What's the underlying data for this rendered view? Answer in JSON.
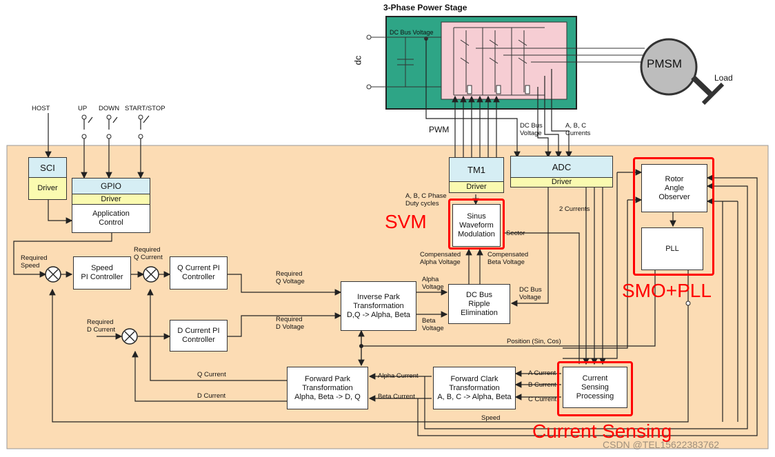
{
  "title": "3-Phase Power Stage",
  "power_stage": {
    "dc_label": "dc",
    "dc_bus_voltage": "DC Bus Voltage",
    "motor": "PMSM",
    "load": "Load"
  },
  "inputs": {
    "host": "HOST",
    "up": "UP",
    "down": "DOWN",
    "start_stop": "START/STOP"
  },
  "blocks": {
    "sci": "SCI",
    "sci_driver": "Driver",
    "gpio": "GPIO",
    "gpio_driver": "Driver",
    "app_control": "Application\nControl",
    "tm1": "TM1",
    "tm1_driver": "Driver",
    "adc": "ADC",
    "adc_driver": "Driver",
    "rotor_observer": "Rotor\nAngle\nObserver",
    "pll": "PLL",
    "svm": "Sinus\nWaveform\nModulation",
    "speed_pi": "Speed\nPI Controller",
    "q_pi": "Q Current PI\nController",
    "d_pi": "D Current PI\nController",
    "inv_park": "Inverse Park\nTransformation\nD,Q -> Alpha, Beta",
    "dc_ripple": "DC Bus\nRipple\nElimination",
    "fwd_park": "Forward Park\nTransformation\nAlpha, Beta -> D, Q",
    "fwd_clark": "Forward Clark\nTransformation\nA, B, C -> Alpha, Beta",
    "current_sensing": "Current\nSensing\nProcessing"
  },
  "signals": {
    "pwm": "PWM",
    "dc_bus_voltage": "DC Bus\nVoltage",
    "abc_currents": "A, B, C\nCurrents",
    "abc_duty": "A, B, C Phase\nDuty cycles",
    "two_currents": "2 Currents",
    "sector": "Sector",
    "comp_alpha": "Compensated\nAlpha Voltage",
    "comp_beta": "Compensated\nBeta Voltage",
    "required_speed": "Required\nSpeed",
    "required_q_current": "Required\nQ Current",
    "required_q_voltage": "Required\nQ Voltage",
    "required_d_current": "Required\nD Current",
    "required_d_voltage": "Required\nD Voltage",
    "alpha_voltage": "Alpha\nVoltage",
    "beta_voltage": "Beta\nVoltage",
    "dc_bus_voltage_2": "DC Bus\nVoltage",
    "position": "Position (Sin, Cos)",
    "q_current": "Q Current",
    "d_current": "D Current",
    "alpha_current": "Alpha Current",
    "beta_current": "Beta Current",
    "a_current": "A Current",
    "b_current": "B Current",
    "c_current": "C Current",
    "speed": "Speed"
  },
  "annotations": {
    "svm": "SVM",
    "smo_pll": "SMO+PLL",
    "current_sensing": "Current Sensing"
  },
  "watermark": "CSDN @TEL15622383762",
  "colors": {
    "controller_bg": "#fcdcb4",
    "power_stage_bg": "#2ea586",
    "inverter_bg": "#f6cdd3",
    "driver_bg": "#fafab0",
    "module_header_bg": "#d6eef4",
    "annotation_red": "#ff0000",
    "motor_fill": "#bdbdbd"
  }
}
